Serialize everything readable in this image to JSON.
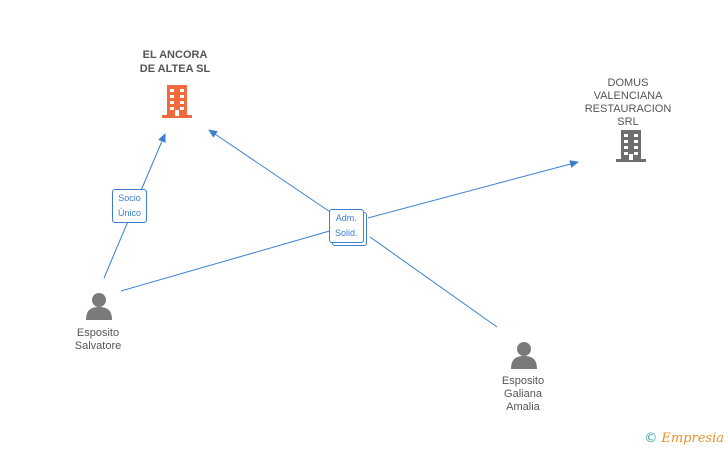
{
  "nodes": {
    "company_main": {
      "name": "EL ANCORA\nDE ALTEA SL",
      "icon": "building-icon",
      "color": "#f26a3c"
    },
    "company_other": {
      "name": "DOMUS\nVALENCIANA\nRESTAURACION SRL",
      "icon": "building-icon",
      "color": "#6e6e6e"
    },
    "person_1": {
      "name": "Esposito\nSalvatore",
      "icon": "person-icon",
      "color": "#7a7a7a"
    },
    "person_2": {
      "name": "Esposito\nGaliana\nAmalia",
      "icon": "person-icon",
      "color": "#7a7a7a"
    }
  },
  "edges": {
    "socio_unico": {
      "line1": "Socio",
      "line2": "Único"
    },
    "adm_solid": {
      "line1": "Adm.",
      "line2": "Solid."
    }
  },
  "colors": {
    "edge": "#3b7fd0"
  },
  "footer": {
    "copyright": "©",
    "brand": "Empresia"
  }
}
